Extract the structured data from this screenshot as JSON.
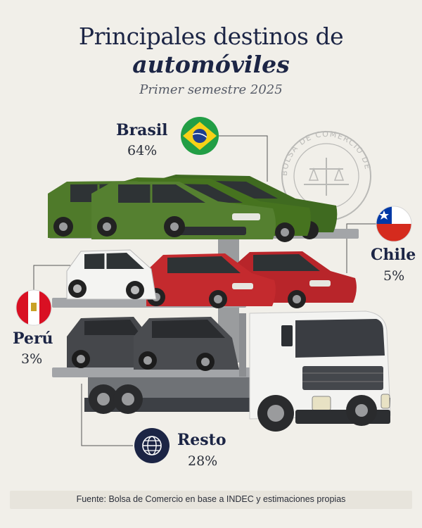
{
  "header": {
    "title_line1": "Principales destinos de",
    "title_line2": "automóviles",
    "subtitle": "Primer semestre 2025"
  },
  "stamp_text": "BOLSA DE COMERCIO DE ROSARIO",
  "source": "Fuente: Bolsa de Comercio en base a INDEC y estimaciones propias",
  "colors": {
    "navy": "#1c2545",
    "green_car": "#4f7a2a",
    "red_car": "#c42a2e",
    "white_car": "#f4f4f2",
    "gray_car": "#4a4c50",
    "background": "#f1efe9"
  },
  "chart_data": {
    "type": "pie",
    "title": "Principales destinos de automóviles",
    "subtitle": "Primer semestre 2025",
    "categories": [
      "Brasil",
      "Chile",
      "Perú",
      "Resto"
    ],
    "values": [
      64,
      5,
      3,
      28
    ],
    "value_labels": [
      "64%",
      "5%",
      "3%",
      "28%"
    ],
    "icons": [
      "brazil-flag-icon",
      "chile-flag-icon",
      "peru-flag-icon",
      "globe-icon"
    ]
  }
}
